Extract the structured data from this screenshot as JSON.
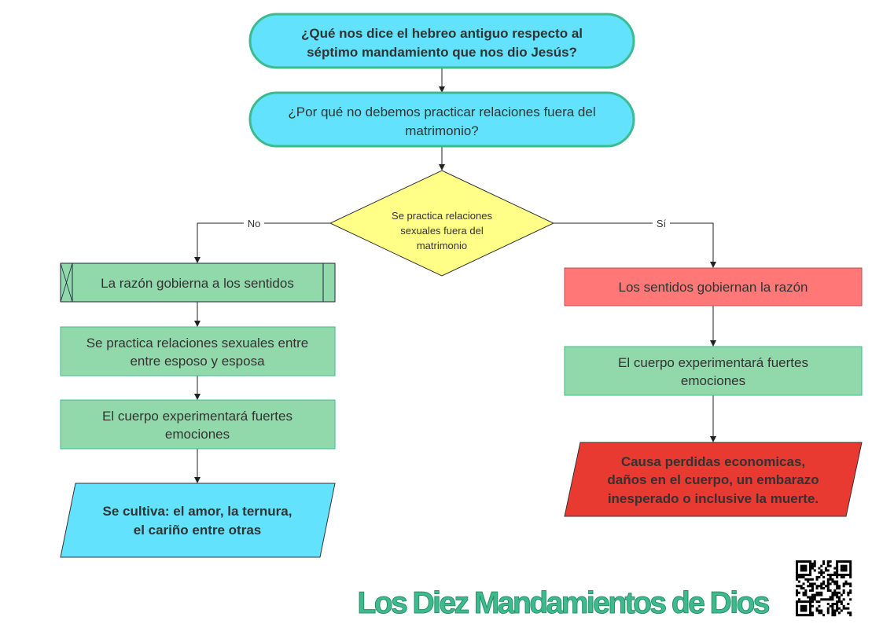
{
  "nodes": {
    "start": {
      "line1": "¿Qué nos dice el hebreo antiguo respecto al",
      "line2": "séptimo mandamiento que nos dio Jesús?"
    },
    "question": {
      "line1": "¿Por qué no debemos practicar relaciones fuera del",
      "line2": "matrimonio?"
    },
    "decision": {
      "line1": "Se practica relaciones",
      "line2": "sexuales fuera del",
      "line3": "matrimonio"
    },
    "left1": {
      "line1": "La razón gobierna a los sentidos"
    },
    "left2": {
      "line1": "Se practica relaciones sexuales entre",
      "line2": "entre esposo y esposa"
    },
    "left3": {
      "line1": "El cuerpo experimentará fuertes",
      "line2": "emociones"
    },
    "left_out": {
      "line1": "Se cultiva: el amor, la ternura,",
      "line2": "el cariño entre otras"
    },
    "right1": {
      "line1": "Los sentidos gobiernan la razón"
    },
    "right2": {
      "line1": "El cuerpo experimentará fuertes",
      "line2": "emociones"
    },
    "right_out": {
      "line1": "Causa perdidas economicas,",
      "line2": "daños en el cuerpo, un embarazo",
      "line3": "inesperado o inclusive la muerte."
    }
  },
  "edges": {
    "no_label": "No",
    "yes_label": "Sí"
  },
  "footer": {
    "title": "Los Diez Mandamientos de Dios"
  },
  "colors": {
    "cyan": "#62E2FC",
    "green": "#91D8AA",
    "yellow": "#FFFF88",
    "pink": "#FF7777",
    "red": "#E83A30",
    "teal": "#3DBB8E"
  }
}
